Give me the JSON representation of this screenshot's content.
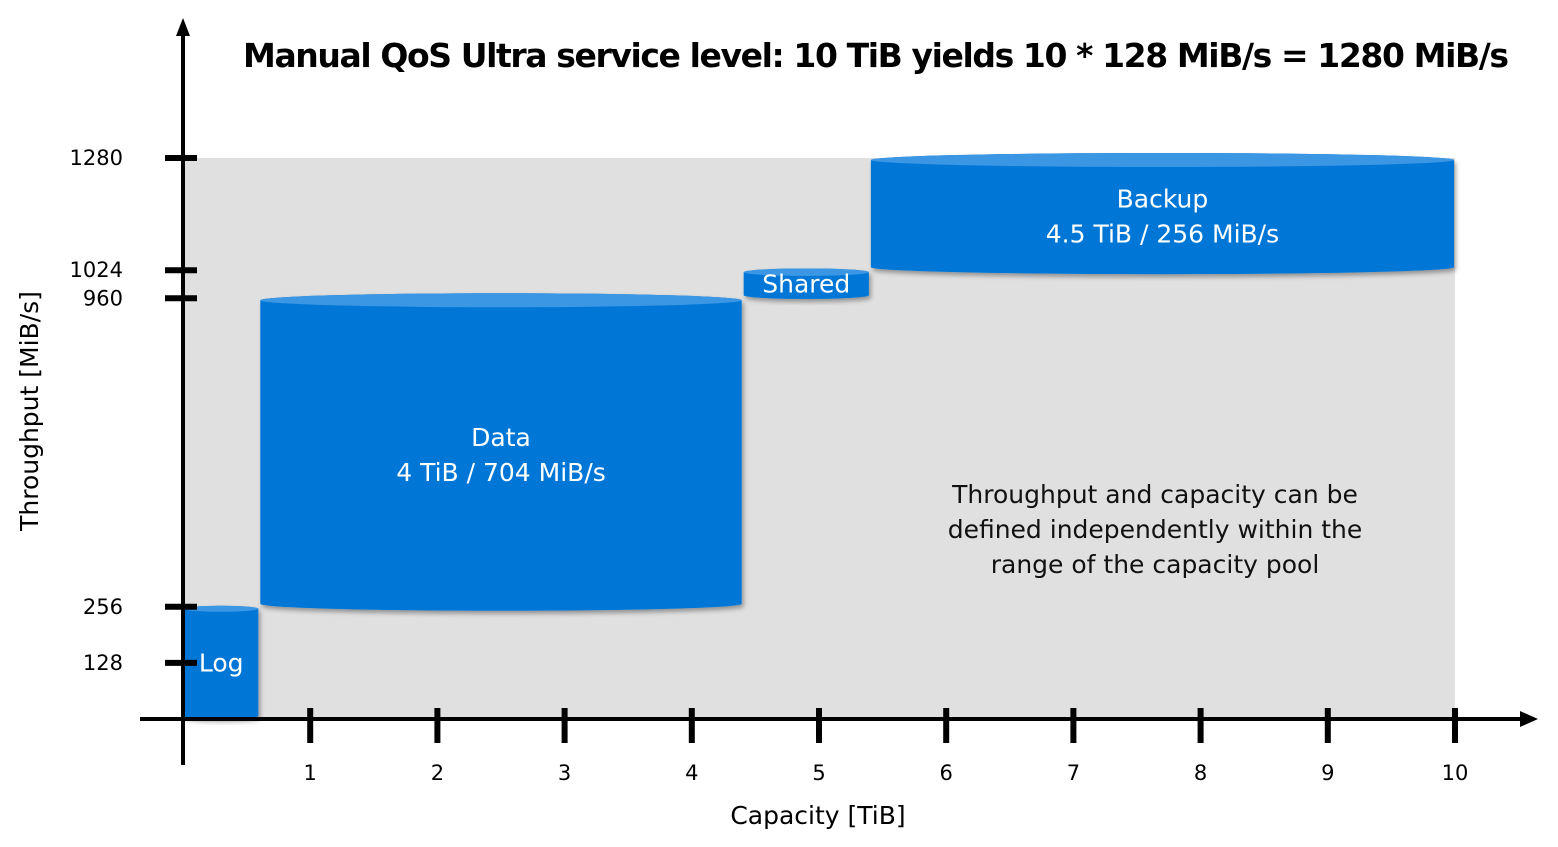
{
  "title": "Manual QoS Ultra service level: 10 TiB yields 10 * 128 MiB/s = 1280 MiB/s",
  "x_axis": {
    "label": "Capacity [TiB]",
    "ticks": [
      "1",
      "2",
      "3",
      "4",
      "5",
      "6",
      "7",
      "8",
      "9",
      "10"
    ]
  },
  "y_axis": {
    "label": "Throughput [MiB/s]",
    "ticks": [
      "128",
      "256",
      "960",
      "1024",
      "1280"
    ]
  },
  "pool": {
    "capacity_tib": 10,
    "throughput_mibs": 1280
  },
  "volumes": [
    {
      "name": "Log",
      "line2": "",
      "capacity_from": 0,
      "capacity_to": 0.6,
      "throughput_from": 0,
      "throughput_to": 256
    },
    {
      "name": "Data",
      "line2": "4 TiB / 704 MiB/s",
      "capacity_from": 0.6,
      "capacity_to": 4.4,
      "throughput_from": 256,
      "throughput_to": 960
    },
    {
      "name": "Shared",
      "line2": "",
      "capacity_from": 4.4,
      "capacity_to": 5.4,
      "throughput_from": 960,
      "throughput_to": 1024
    },
    {
      "name": "Backup",
      "line2": "4.5 TiB / 256 MiB/s",
      "capacity_from": 5.4,
      "capacity_to": 10,
      "throughput_from": 1024,
      "throughput_to": 1280
    }
  ],
  "note": [
    "Throughput and capacity can be",
    "defined independently within the",
    "range of the capacity pool"
  ],
  "colors": {
    "pool_fill": "#e0e0e0",
    "volume_fill": "#0277d6",
    "volume_top": "#3b96e4",
    "axis": "#000000"
  }
}
